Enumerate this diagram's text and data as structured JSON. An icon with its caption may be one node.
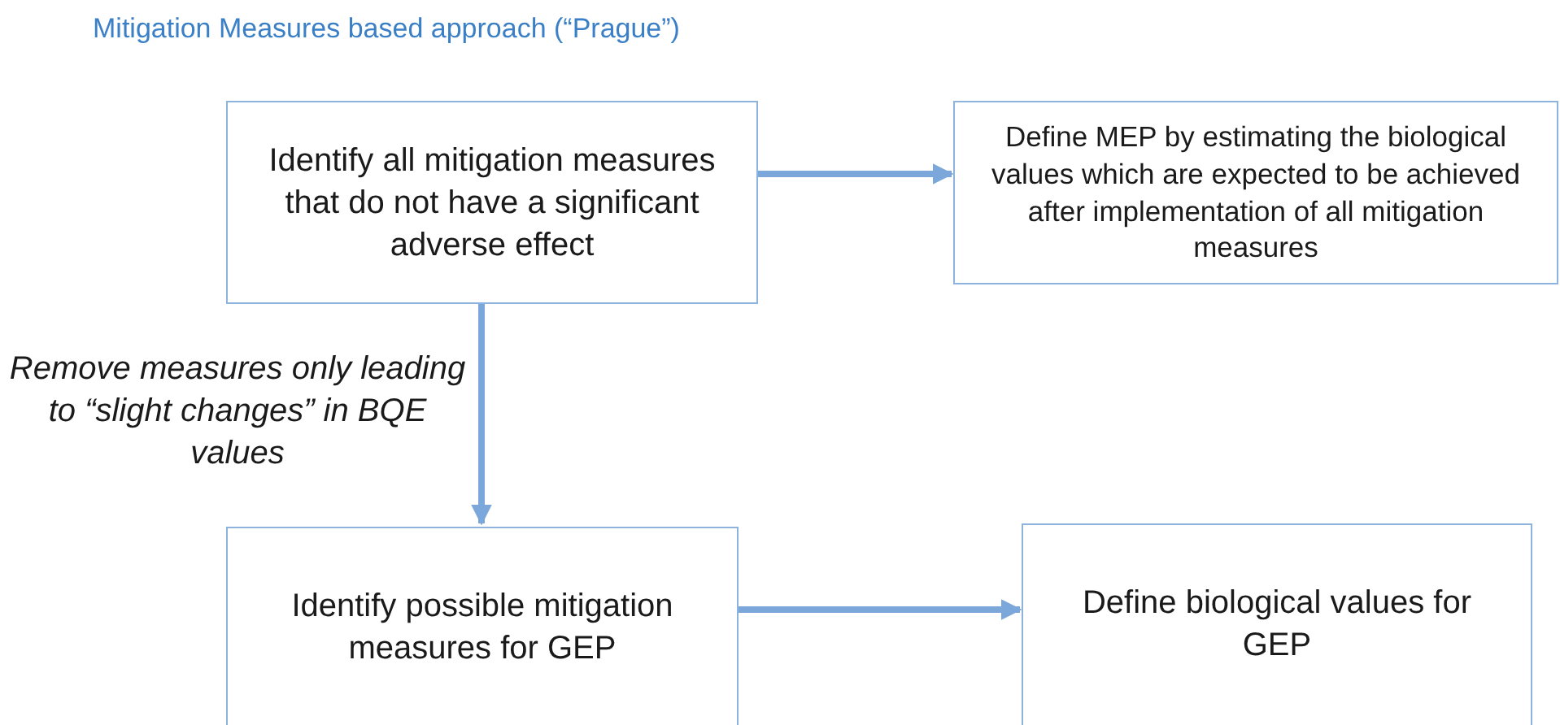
{
  "diagram": {
    "title": "Mitigation Measures based approach (“Prague”)",
    "nodes": [
      {
        "text": [
          "Identify all mitigation measures that do not have a significant adverse effect"
        ]
      },
      {
        "text": [
          "Define MEP by estimating the biological values which are expected to be achieved after implementation of all mitigation measures"
        ]
      },
      {
        "text": [
          "Identify possible mitigation measures for GEP"
        ]
      },
      {
        "text": [
          "Define biological values for GEP"
        ]
      }
    ],
    "edges": [
      {
        "from": 0,
        "to": 1,
        "arrow": "to"
      },
      {
        "from": 0,
        "to": 2,
        "arrow": "to",
        "label": "Remove measures only leading to “slight changes” in BQE values"
      },
      {
        "from": 2,
        "to": 3,
        "arrow": "to"
      }
    ]
  }
}
